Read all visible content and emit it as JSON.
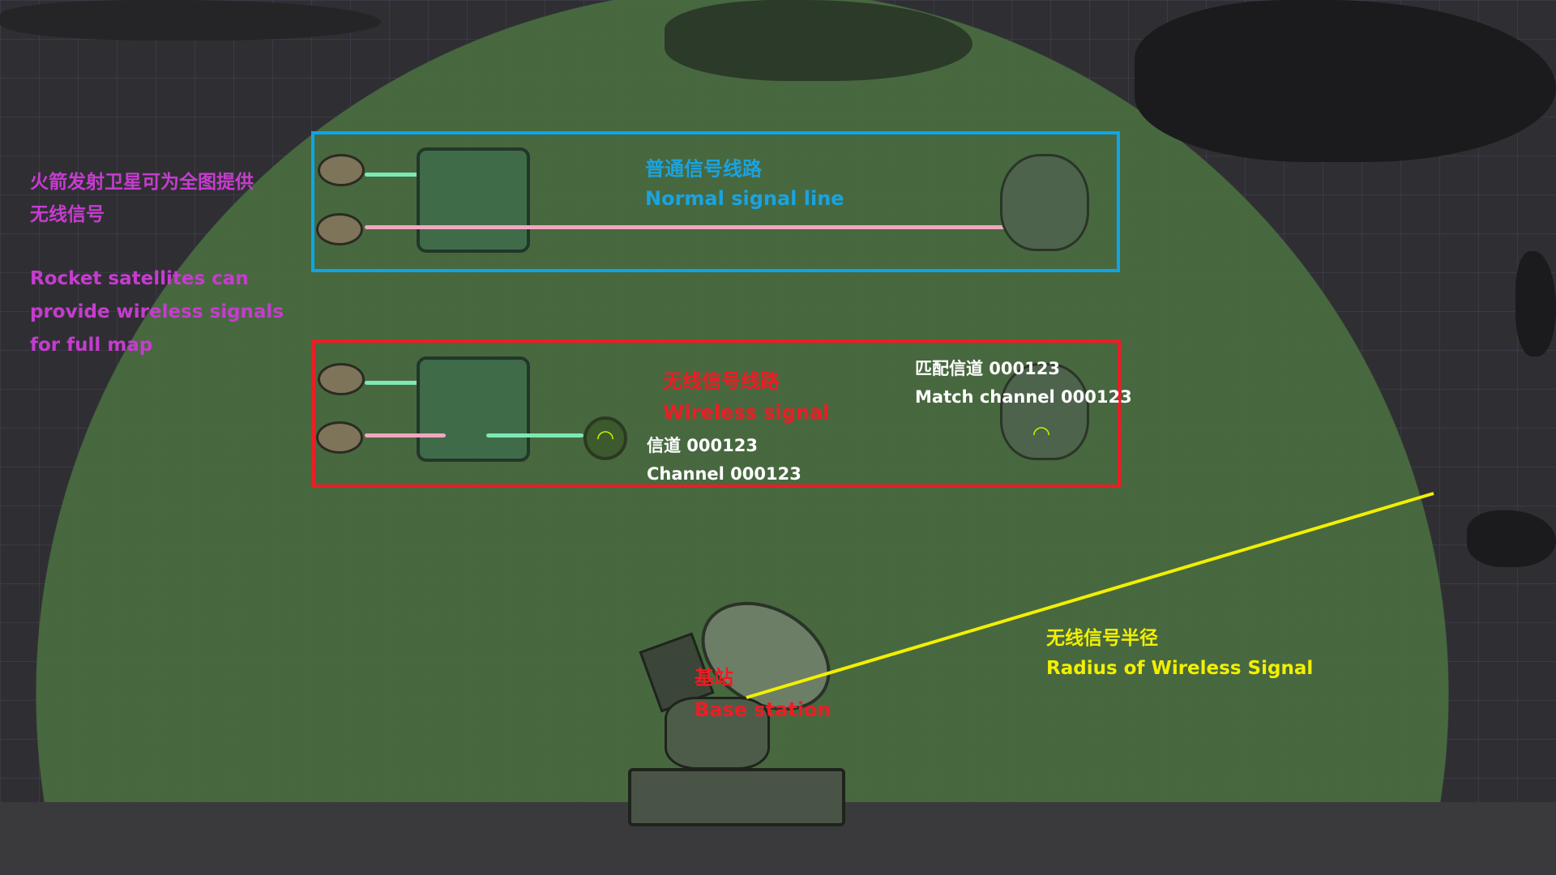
{
  "left_note": {
    "zh_line1": "火箭发射卫星可为全图提供",
    "zh_line2": "无线信号",
    "en_line1": "Rocket satellites can",
    "en_line2": "provide wireless signals",
    "en_line3": "for full map"
  },
  "normal_panel": {
    "title_zh": "普通信号线路",
    "title_en": "Normal signal line",
    "border_color": "#0ea5e8"
  },
  "wireless_panel": {
    "title_zh": "无线信号线路",
    "title_en": "Wireless signal",
    "channel_zh": "信道 000123",
    "channel_en": "Channel 000123",
    "match_zh": "匹配信道 000123",
    "match_en": "Match channel 000123",
    "border_color": "#ee1c24"
  },
  "radius_label": {
    "zh": "无线信号半径",
    "en": "Radius of Wireless Signal",
    "color": "#f2f000"
  },
  "base_station": {
    "zh": "基站",
    "en": "Base station"
  }
}
